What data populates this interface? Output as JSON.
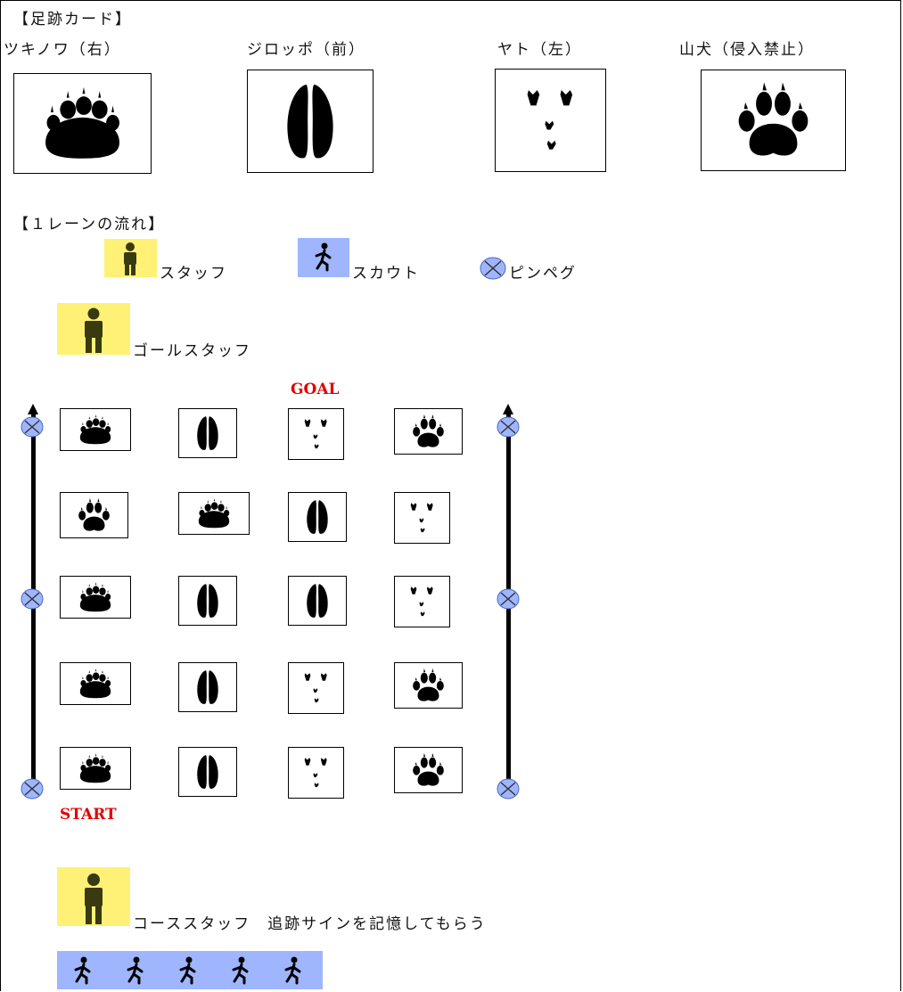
{
  "section1": {
    "title": "【足跡カード】",
    "cards": [
      {
        "label": "ツキノワ（右）",
        "kind": "bear"
      },
      {
        "label": "ジロッポ（前）",
        "kind": "hoof"
      },
      {
        "label": "ヤト（左）",
        "kind": "bird"
      },
      {
        "label": "山犬（侵入禁止）",
        "kind": "dog"
      }
    ]
  },
  "section2": {
    "title": "【１レーンの流れ】",
    "legend": {
      "staff": "スタッフ",
      "scout": "スカウト",
      "pinpeg": "ピンペグ"
    },
    "goal_staff": "ゴールスタッフ",
    "goal": "GOAL",
    "start": "START",
    "grid": [
      [
        "bear",
        "hoof",
        "bird",
        "dog"
      ],
      [
        "dog",
        "bear",
        "hoof",
        "bird"
      ],
      [
        "bear",
        "hoof",
        "hoof",
        "bird"
      ],
      [
        "bear",
        "hoof",
        "bird",
        "dog"
      ],
      [
        "bear",
        "hoof",
        "bird",
        "dog"
      ]
    ],
    "course_staff": "コーススタッフ　追跡サインを記憶してもらう",
    "scout_count": 5
  },
  "colors": {
    "staff_bg": "#fff176",
    "scout_bg": "#9fb6ff",
    "peg": "#9fb6ff",
    "label_red": "#e10000"
  }
}
